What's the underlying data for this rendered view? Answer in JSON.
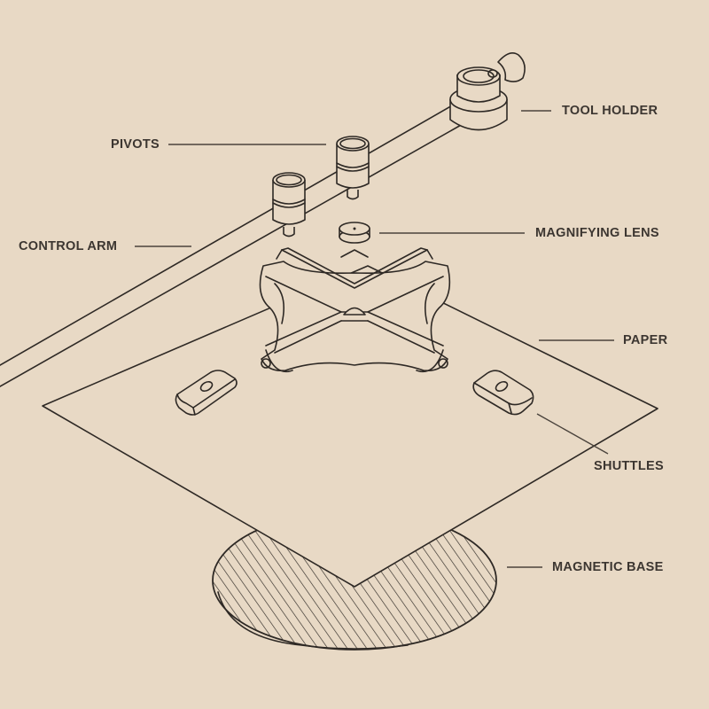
{
  "diagram": {
    "type": "exploded-isometric-assembly",
    "background_color": "#e8d9c5",
    "line_color": "#2e2925",
    "labels": {
      "tool_holder": "TOOL HOLDER",
      "pivots": "PIVOTS",
      "magnifying_lens": "MAGNIFYING LENS",
      "control_arm": "CONTROL ARM",
      "paper": "PAPER",
      "shuttles": "SHUTTLES",
      "magnetic_base": "MAGNETIC BASE"
    },
    "components": [
      {
        "id": "tool_holder",
        "label": "TOOL HOLDER"
      },
      {
        "id": "pivots",
        "label": "PIVOTS",
        "count": 2
      },
      {
        "id": "control_arm",
        "label": "CONTROL ARM"
      },
      {
        "id": "magnifying_lens",
        "label": "MAGNIFYING LENS"
      },
      {
        "id": "cross_hub",
        "label": ""
      },
      {
        "id": "paper",
        "label": "PAPER"
      },
      {
        "id": "shuttles",
        "label": "SHUTTLES",
        "count": 2
      },
      {
        "id": "magnetic_base",
        "label": "MAGNETIC BASE"
      }
    ]
  }
}
